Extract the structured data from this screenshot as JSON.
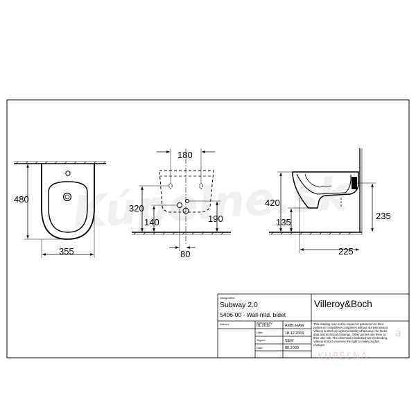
{
  "dimensions": {
    "front_width": "355",
    "front_height": "480",
    "rear_hole_spacing": "180",
    "rear_height_320": "320",
    "rear_height_140": "140",
    "rear_height_190": "190",
    "rear_offset_80": "80",
    "side_height_420": "420",
    "side_height_135": "135",
    "side_height_235": "235",
    "side_depth": "225"
  },
  "title_block": {
    "designation_label": "Designation:",
    "product_name": "Subway 2.0",
    "article": "5406-00 - Wall-mtd. bidet",
    "brand": "Villeroy&Boch",
    "altered_label": "Altered:",
    "altered_value": "01.2011",
    "approved_label": "Approved by:",
    "approved_value": "AMB; HAW",
    "date_label_1": "Date:",
    "date_value_1": "18.12.2009",
    "signed_label": "Signed:",
    "signed_value": "SEW",
    "date_label_2": "Date:",
    "date_value_2": "08.2009",
    "notice": [
      "This drawing may not be copied or passed on to third",
      "parties or competitive companies without our permission.",
      "Villeroy & Boch accepts no liability whatsoever for these",
      "data and technical drawings. Other parties use them at",
      "their own risk. The dimensions indicated are not binding,",
      "Villeroy & Boch reserves the right to make product",
      "changes."
    ]
  },
  "watermark": {
    "logo_text": "Kúpelne.sk",
    "corner_text_1": "á",
    "corner_text_2": "KÚPEĽNA"
  }
}
